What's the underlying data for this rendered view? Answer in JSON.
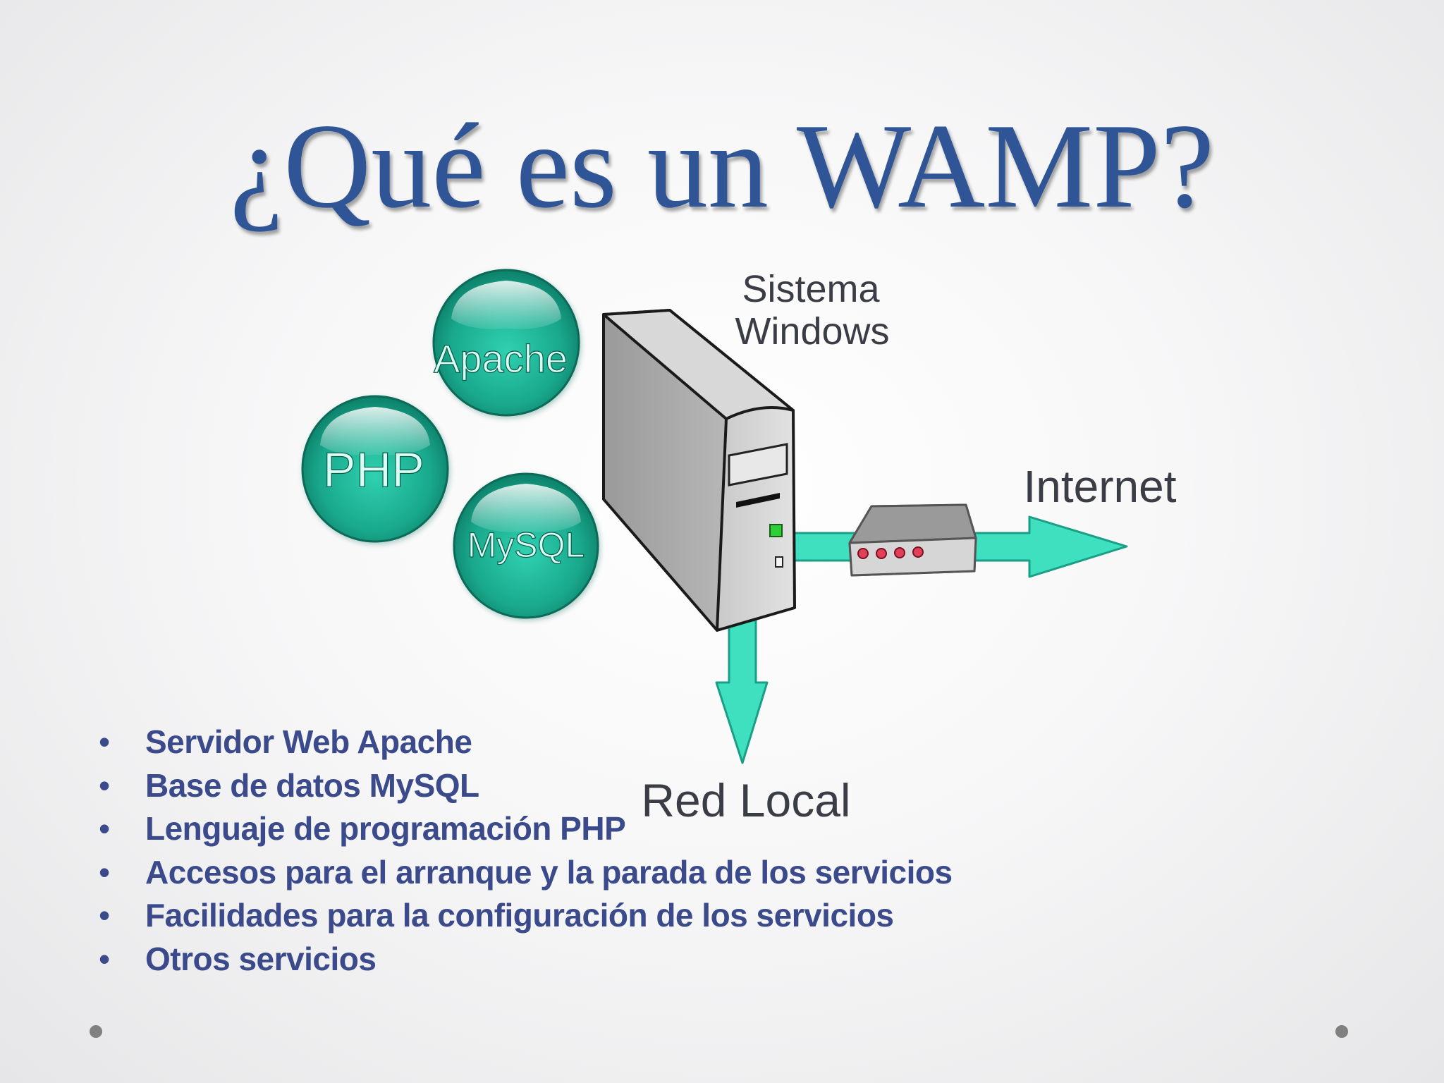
{
  "slide": {
    "title": "¿Qué es un WAMP?"
  },
  "diagram": {
    "bubbles": [
      {
        "label": "Apache"
      },
      {
        "label": "PHP"
      },
      {
        "label": "MySQL"
      }
    ],
    "server_label_line1": "Sistema",
    "server_label_line2": "Windows",
    "internet_label": "Internet",
    "local_label": "Red Local",
    "colors": {
      "bubble": "#1fae94",
      "arrow": "#3fe0bf",
      "server_side": "#b8b8b8",
      "server_front": "#d4d4d4",
      "title": "#2f5597",
      "bullets": "#3a4a8a"
    }
  },
  "bullets": [
    "Servidor Web Apache",
    "Base de datos MySQL",
    "Lenguaje de programación PHP",
    "Accesos para el arranque y la parada de los servicios",
    "Facilidades para la configuración de los servicios",
    "Otros servicios"
  ],
  "bullet_symbol": "•"
}
